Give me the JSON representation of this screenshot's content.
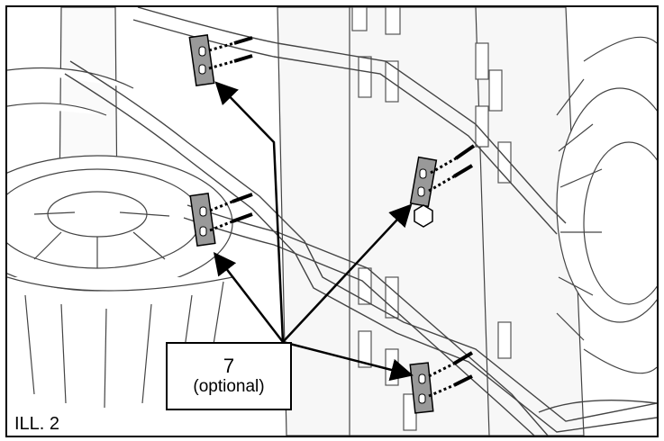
{
  "callout": {
    "number": "7",
    "note": "(optional)"
  },
  "figure_label": "ILL. 2",
  "parts": [
    "bracket",
    "bracket",
    "bracket",
    "bracket",
    "nut"
  ]
}
